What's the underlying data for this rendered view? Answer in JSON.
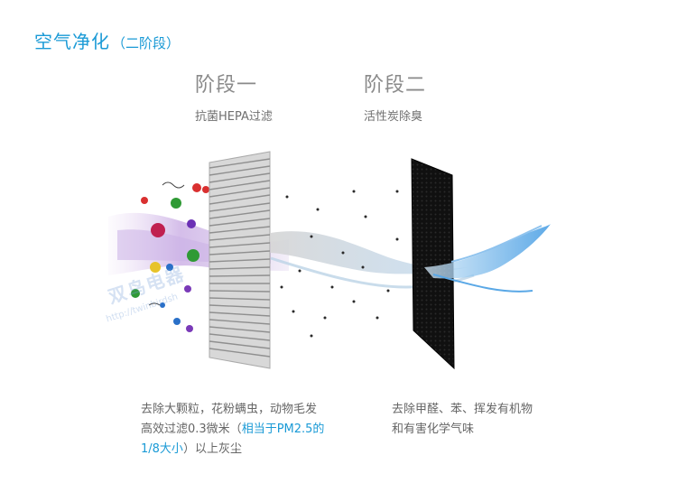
{
  "title": {
    "main": "空气净化",
    "sub": "（二阶段）"
  },
  "stage1": {
    "heading": "阶段一",
    "subheading": "抗菌HEPA过滤"
  },
  "stage2": {
    "heading": "阶段二",
    "subheading": "活性炭除臭"
  },
  "desc1": {
    "line1": "去除大颗粒，花粉螨虫，动物毛发",
    "line2_plain": "高效过滤0.3微米（",
    "line2_highlight": "相当于PM2.5的",
    "line3_highlight": "1/8大小",
    "line3_plain": "）以上灰尘"
  },
  "desc2": {
    "line1": "去除甲醛、苯、挥发有机物",
    "line2": "和有害化学气味"
  },
  "watermark": {
    "main": "双鸟电器",
    "url": "http://twinbirdsh"
  },
  "colors": {
    "accent": "#1a9ad6",
    "heading": "#8a8a8a",
    "body": "#666666"
  },
  "icons": [
    "germ-icon",
    "hepa-filter-illustration",
    "carbon-filter-illustration",
    "airflow-illustration"
  ]
}
